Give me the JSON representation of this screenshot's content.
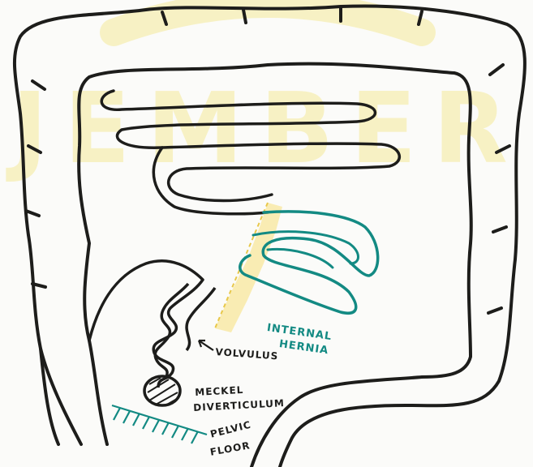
{
  "colors": {
    "paper": "#fbfbf9",
    "ink": "#1d1d1b",
    "teal": "#138a83",
    "watermark": "#f5ea9a",
    "highlight": "#f7e07a"
  },
  "watermark": {
    "text": "JEMBER"
  },
  "labels": {
    "internal_hernia_1": "INTERNAL",
    "internal_hernia_2": "HERNIA",
    "volvulus": "VOLVULUS",
    "meckel_1": "MECKEL",
    "meckel_2": "DIVERTICULUM",
    "pelvic_1": "PELVIC",
    "pelvic_2": "FLOOR"
  }
}
